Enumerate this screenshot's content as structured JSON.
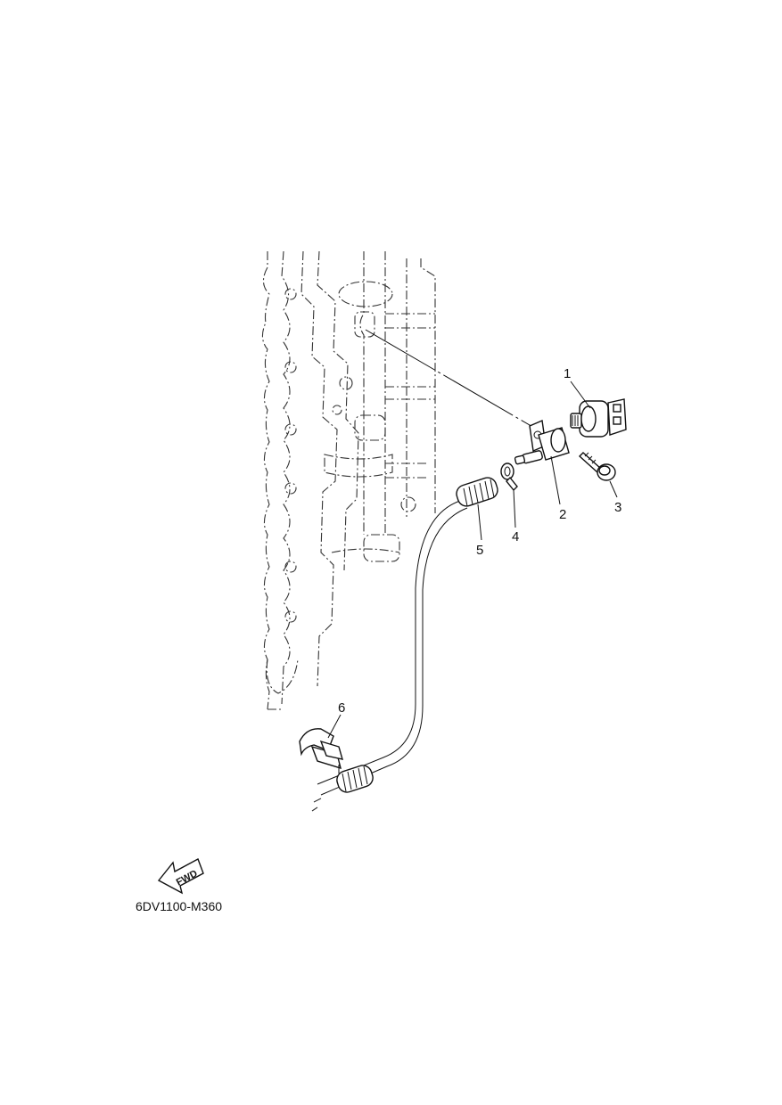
{
  "diagram": {
    "callouts": [
      {
        "id": "1",
        "text": "1"
      },
      {
        "id": "2",
        "text": "2"
      },
      {
        "id": "3",
        "text": "3"
      },
      {
        "id": "4",
        "text": "4"
      },
      {
        "id": "5",
        "text": "5"
      },
      {
        "id": "6",
        "text": "6"
      }
    ],
    "fwd_label": "FWD",
    "drawing_code": "6DV1100-M360"
  }
}
